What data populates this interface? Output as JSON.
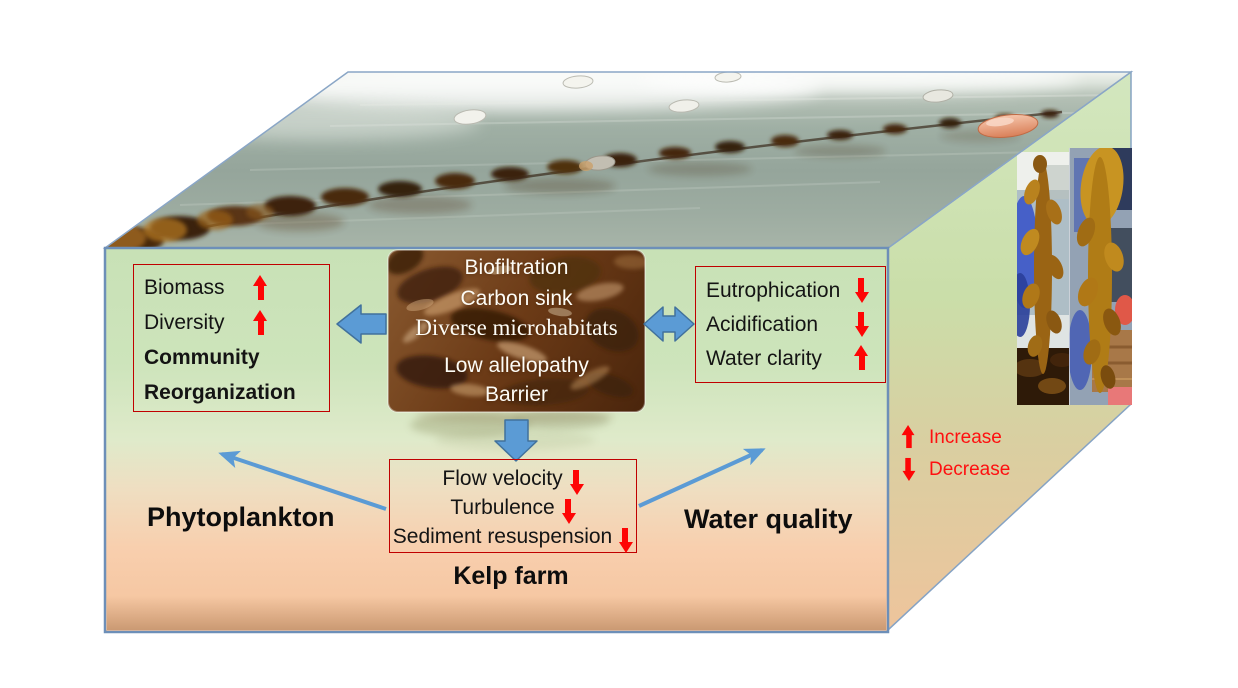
{
  "front_face": {
    "kelp_photo": {
      "labels": [
        "Biofiltration",
        "Carbon sink",
        "Diverse microhabitats",
        "Low allelopathy",
        "Barrier"
      ]
    },
    "community_box": {
      "rows": [
        {
          "label": "Biomass",
          "trend": "up"
        },
        {
          "label": "Diversity",
          "trend": "up"
        },
        {
          "label": "Community",
          "trend": ""
        },
        {
          "label": "Reorganization",
          "trend": ""
        }
      ]
    },
    "water_box": {
      "rows": [
        {
          "label": "Eutrophication",
          "trend": "down"
        },
        {
          "label": "Acidification",
          "trend": "down"
        },
        {
          "label": "Water clarity",
          "trend": "up"
        }
      ]
    },
    "hydro_box": {
      "rows": [
        {
          "label": "Flow velocity",
          "trend": "down"
        },
        {
          "label": "Turbulence",
          "trend": "down"
        },
        {
          "label": "Sediment resuspension",
          "trend": "down"
        }
      ]
    },
    "labels": {
      "phytoplankton": "Phytoplankton",
      "water_quality": "Water quality",
      "kelp_farm": "Kelp farm"
    }
  },
  "legend": {
    "increase": {
      "label": "Increase",
      "trend": "up"
    },
    "decrease": {
      "label": "Decrease",
      "trend": "down"
    }
  },
  "colors": {
    "trend_arrow": "#fe0505",
    "metric_box_border": "#c00000",
    "block_arrow_fill": "#5b9bd5",
    "block_arrow_stroke": "#41719c",
    "face_border": "#6d8fb8",
    "front_face_top": "#c8e1b6",
    "front_face_bottom": "#f4c29b",
    "legend_text": "#fe1010"
  }
}
